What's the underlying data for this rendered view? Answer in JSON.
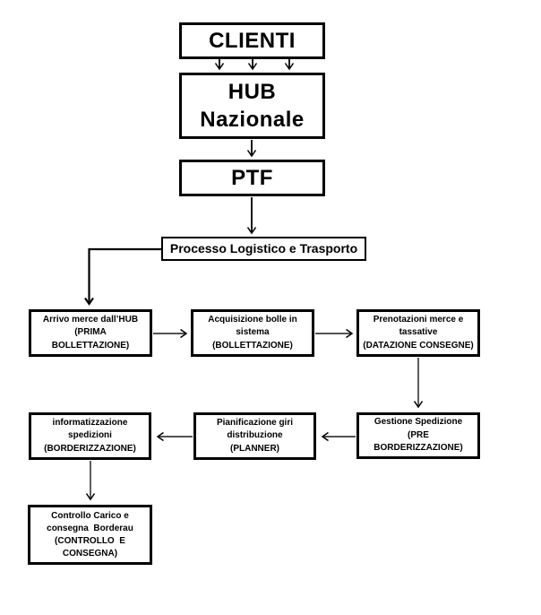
{
  "diagram": {
    "type": "flowchart",
    "colors": {
      "background": "#ffffff",
      "line": "#000000",
      "box_border": "#000000",
      "text": "#000000"
    },
    "nodes": {
      "clienti": {
        "label": "CLIENTI"
      },
      "hub": {
        "label": "HUB\nNazionale"
      },
      "ptf": {
        "label": "PTF"
      },
      "processo": {
        "label": "Processo Logistico e Trasporto"
      },
      "arrivo": {
        "label": "Arrivo merce dall’HUB\n(PRIMA\nBOLLETTAZIONE)"
      },
      "acquisizione": {
        "label": "Acquisizione bolle in\nsistema\n(BOLLETTAZIONE)"
      },
      "prenotazioni": {
        "label": "Prenotazioni merce e\ntassative\n(DATAZIONE CONSEGNE)"
      },
      "gestione": {
        "label": "Gestione Spedizione\n(PRE\nBORDERIZZAZIONE)"
      },
      "pianificazione": {
        "label": "Pianificazione giri\ndistribuzione\n(PLANNER)"
      },
      "informatizzazione": {
        "label": "informatizzazione\nspedizioni\n(BORDERIZZAZIONE)"
      },
      "controllo": {
        "label": "Controllo Carico e\nconsegna  Borderau\n(CONTROLLO  E\nCONSEGNA)"
      }
    },
    "edges": [
      {
        "from": "clienti",
        "to": "hub",
        "style": "triple-arrow-down"
      },
      {
        "from": "hub",
        "to": "ptf",
        "style": "arrow-down"
      },
      {
        "from": "ptf",
        "to": "processo",
        "style": "arrow-down"
      },
      {
        "from": "processo",
        "to": "arrivo",
        "style": "elbow-left-down"
      },
      {
        "from": "arrivo",
        "to": "acquisizione",
        "style": "arrow-right"
      },
      {
        "from": "acquisizione",
        "to": "prenotazioni",
        "style": "arrow-right"
      },
      {
        "from": "prenotazioni",
        "to": "gestione",
        "style": "arrow-down"
      },
      {
        "from": "gestione",
        "to": "pianificazione",
        "style": "arrow-left"
      },
      {
        "from": "pianificazione",
        "to": "informatizzazione",
        "style": "arrow-left"
      },
      {
        "from": "informatizzazione",
        "to": "controllo",
        "style": "arrow-down"
      }
    ]
  }
}
